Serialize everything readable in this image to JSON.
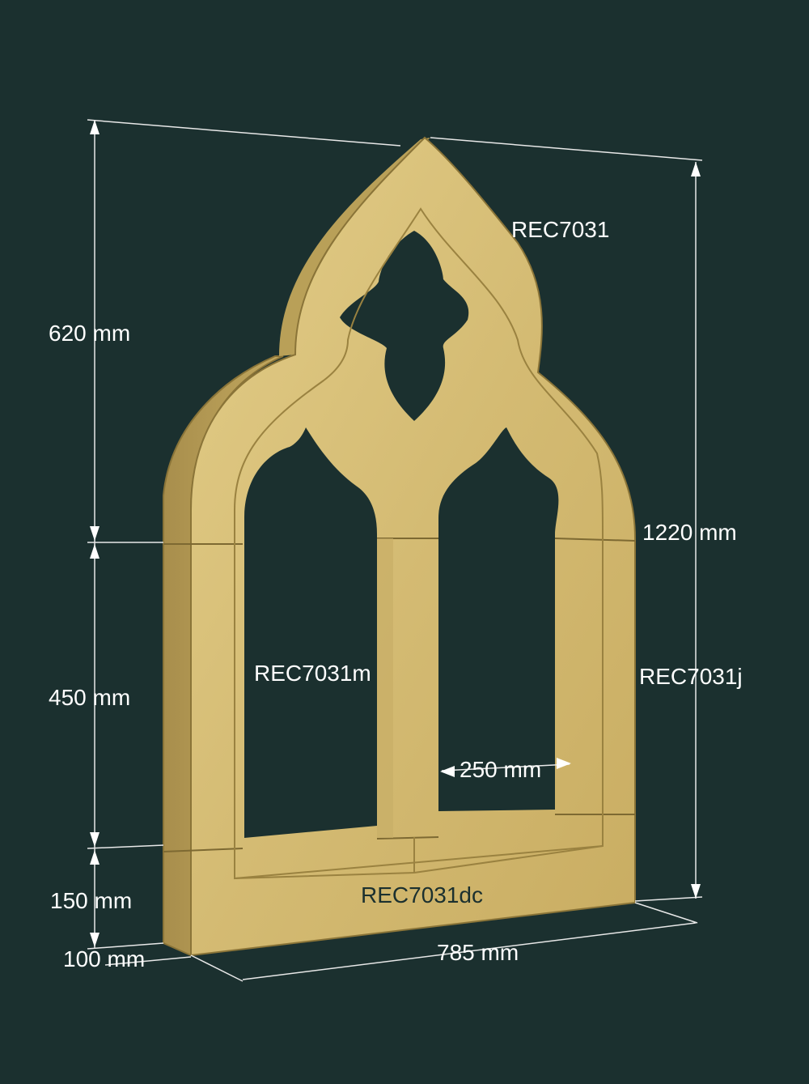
{
  "dimensions": {
    "top_section": "620 mm",
    "middle_section": "450 mm",
    "sill": "150 mm",
    "depth": "100 mm",
    "total_height": "1220 mm",
    "width": "785 mm",
    "light_width": "250 mm"
  },
  "parts": {
    "head": "REC7031",
    "mullion": "REC7031m",
    "jamb": "REC7031j",
    "sill": "REC7031dc"
  },
  "colors": {
    "background": "#1b302f",
    "stone": "#d9c27c",
    "stone_shadow": "#b49a55",
    "stone_edge": "#8a7438",
    "dimension_text": "#ffffff",
    "dark_text": "#1b302f"
  }
}
